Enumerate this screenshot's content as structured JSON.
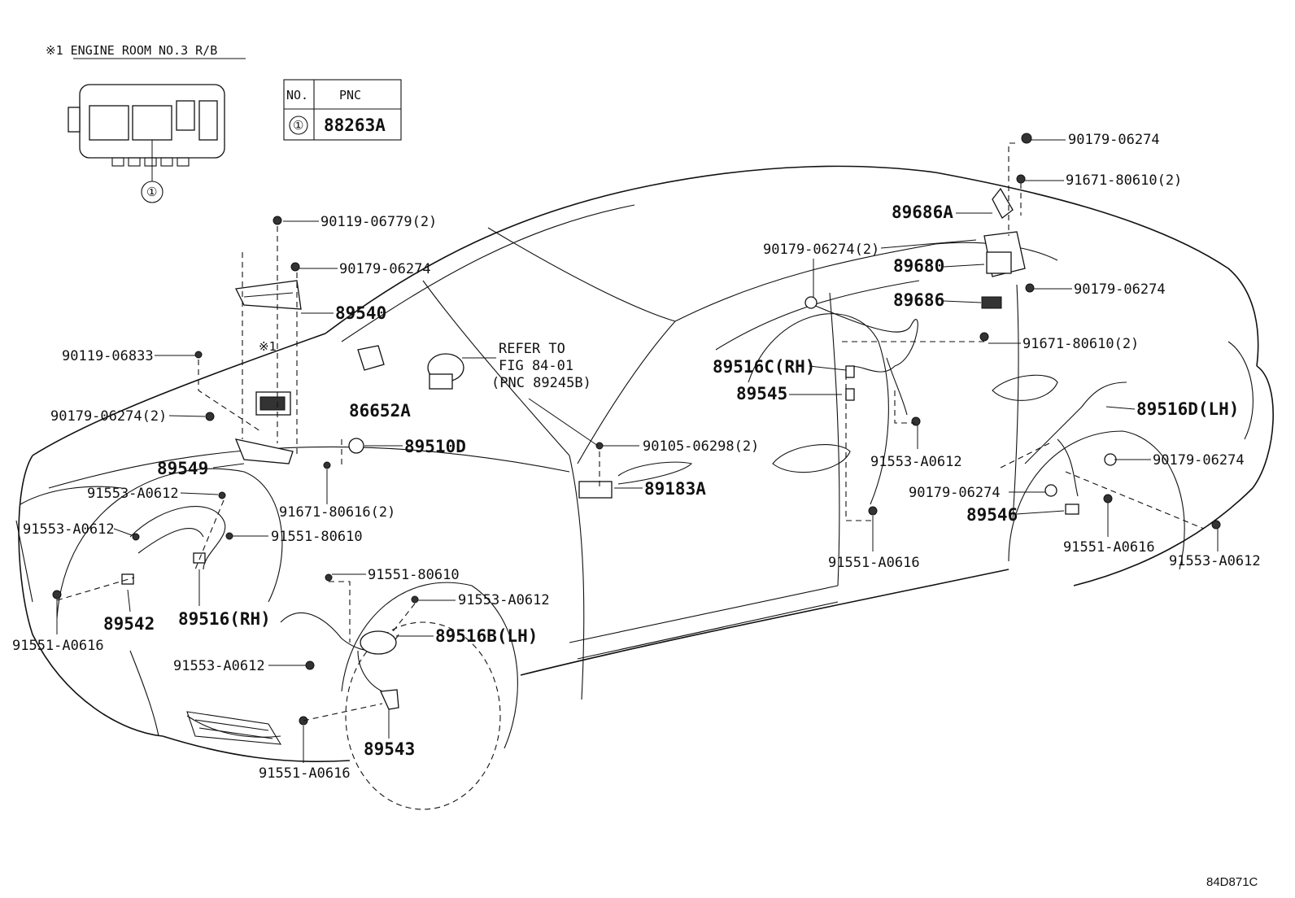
{
  "header": {
    "note_title": "※1 ENGINE ROOM NO.3 R/B",
    "relay_marker": "※1",
    "circle_ref": "①"
  },
  "pnc_table": {
    "col_no": "NO.",
    "col_pnc": "PNC",
    "row_no": "①",
    "row_pnc": "88263A"
  },
  "refer_note": {
    "line1": "REFER TO",
    "line2": "FIG 84-01",
    "line3": "(PNC 89245B)"
  },
  "labels": {
    "p90179_06274_top": "90179-06274",
    "p91671_80610_2_top": "91671-80610(2)",
    "p89686A": "89686A",
    "p90119_06779_2": "90119-06779(2)",
    "p90179_06274_ecu": "90179-06274",
    "p89540": "89540",
    "p90179_06274_2_mid": "90179-06274(2)",
    "p89680": "89680",
    "p89686": "89686",
    "p90179_06274_right": "90179-06274",
    "p91671_80610_2_mid": "91671-80610(2)",
    "p90119_06833": "90119-06833",
    "p89516C": "89516C(RH)",
    "p89545": "89545",
    "p89516D": "89516D(LH)",
    "p90179_06274_2_left": "90179-06274(2)",
    "p86652A": "86652A",
    "p89510D": "89510D",
    "p90105_06298_2": "90105-06298(2)",
    "p91553_A0612_rearmid": "91553-A0612",
    "p90179_06274_rr": "90179-06274",
    "p89549": "89549",
    "p89183A": "89183A",
    "p90179_06274_rl": "90179-06274",
    "p91553_A0612_fl1": "91553-A0612",
    "p91671_80616_2": "91671-80616(2)",
    "p89546": "89546",
    "p91553_A0612_fl2": "91553-A0612",
    "p91551_80610_fl": "91551-80610",
    "p91551_A0616_rearmid": "91551-A0616",
    "p91551_A0616_rr": "91551-A0616",
    "p91553_A0612_rr": "91553-A0612",
    "p91551_80610_frl": "91551-80610",
    "p91553_A0612_frl": "91553-A0612",
    "p89542": "89542",
    "p89516RH": "89516(RH)",
    "p89516B": "89516B(LH)",
    "p91551_A0616_fl": "91551-A0616",
    "p91553_A0612_frl2": "91553-A0612",
    "p89543": "89543",
    "p91551_A0616_bottom": "91551-A0616"
  },
  "figure_code": "84D871C"
}
